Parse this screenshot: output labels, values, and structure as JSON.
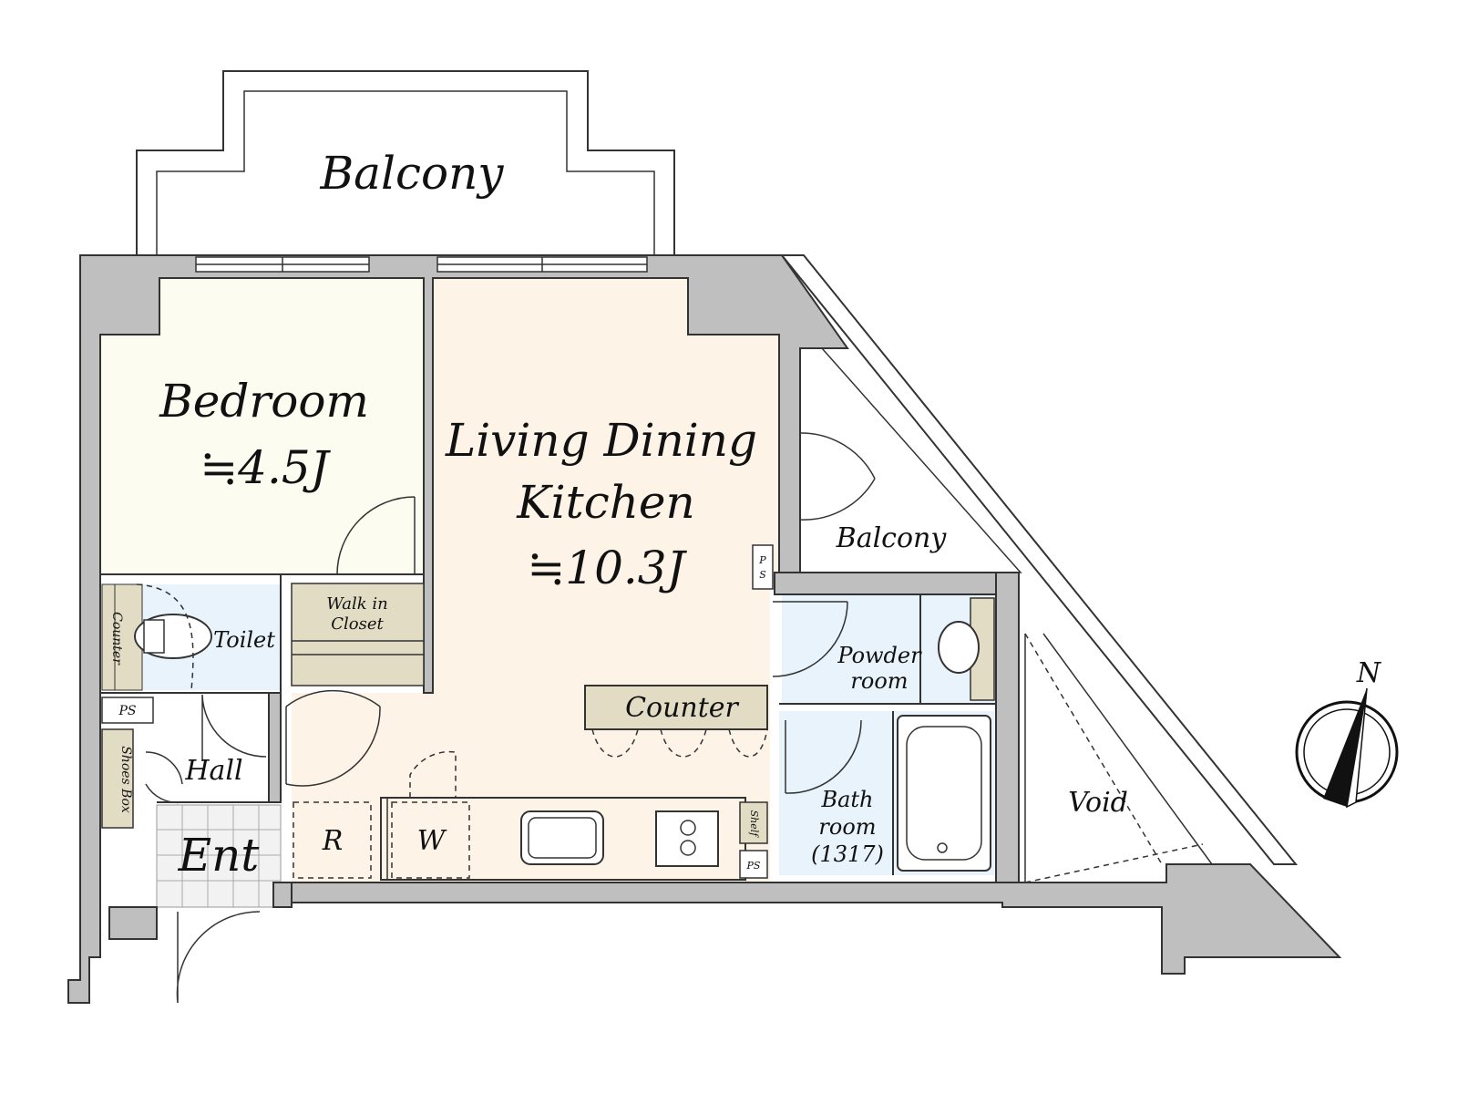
{
  "labels": {
    "balcony_top": "Balcony",
    "bedroom": "Bedroom",
    "bedroom_area": "≒4.5J",
    "ldk_line1": "Living Dining",
    "ldk_line2": "Kitchen",
    "ldk_area": "≒10.3J",
    "balcony_side": "Balcony",
    "walk_in_closet_line1": "Walk in",
    "walk_in_closet_line2": "Closet",
    "toilet": "Toilet",
    "toilet_counter": "Counter",
    "ps_hall": "PS",
    "shoes_box": "Shoes Box",
    "hall": "Hall",
    "ent": "Ent",
    "refrigerator": "R",
    "washer": "W",
    "counter": "Counter",
    "powder_room_line1": "Powder",
    "powder_room_line2": "room",
    "bath_line1": "Bath",
    "bath_line2": "room",
    "bath_size": "(1317)",
    "shelf": "Shelf",
    "ps_kitchen": "PS",
    "ps_ldk_line1": "P",
    "ps_ldk_line2": "S",
    "void": "Void",
    "north": "N"
  },
  "colors": {
    "wall": "#bfbfbf",
    "bedroom": "#fdfcf0",
    "ldk": "#fdf3e7",
    "wet_area": "#e8f3fb",
    "storage": "#e3dcc5"
  }
}
